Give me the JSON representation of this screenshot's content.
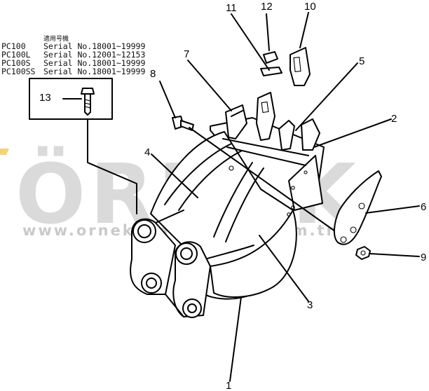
{
  "applicability": {
    "heading": "適用号機",
    "rows": [
      {
        "model": "PC100",
        "serial": "Serial No.18001~19999"
      },
      {
        "model": "PC100L",
        "serial": "Serial No.12001~12153"
      },
      {
        "model": "PC100S",
        "serial": "Serial No.18001~19999"
      },
      {
        "model": "PC100SS",
        "serial": "Serial No.18001~19999"
      }
    ]
  },
  "watermark": {
    "logo": "ÖRNEK",
    "url": "www.orneksimakinalari.com.tr"
  },
  "callouts": [
    "1",
    "2",
    "3",
    "4",
    "5",
    "6",
    "7",
    "8",
    "9",
    "10",
    "11",
    "12",
    "13"
  ],
  "colors": {
    "line": "#000000",
    "watermark": "#bdbdbd",
    "accent": "#f2c94c"
  }
}
